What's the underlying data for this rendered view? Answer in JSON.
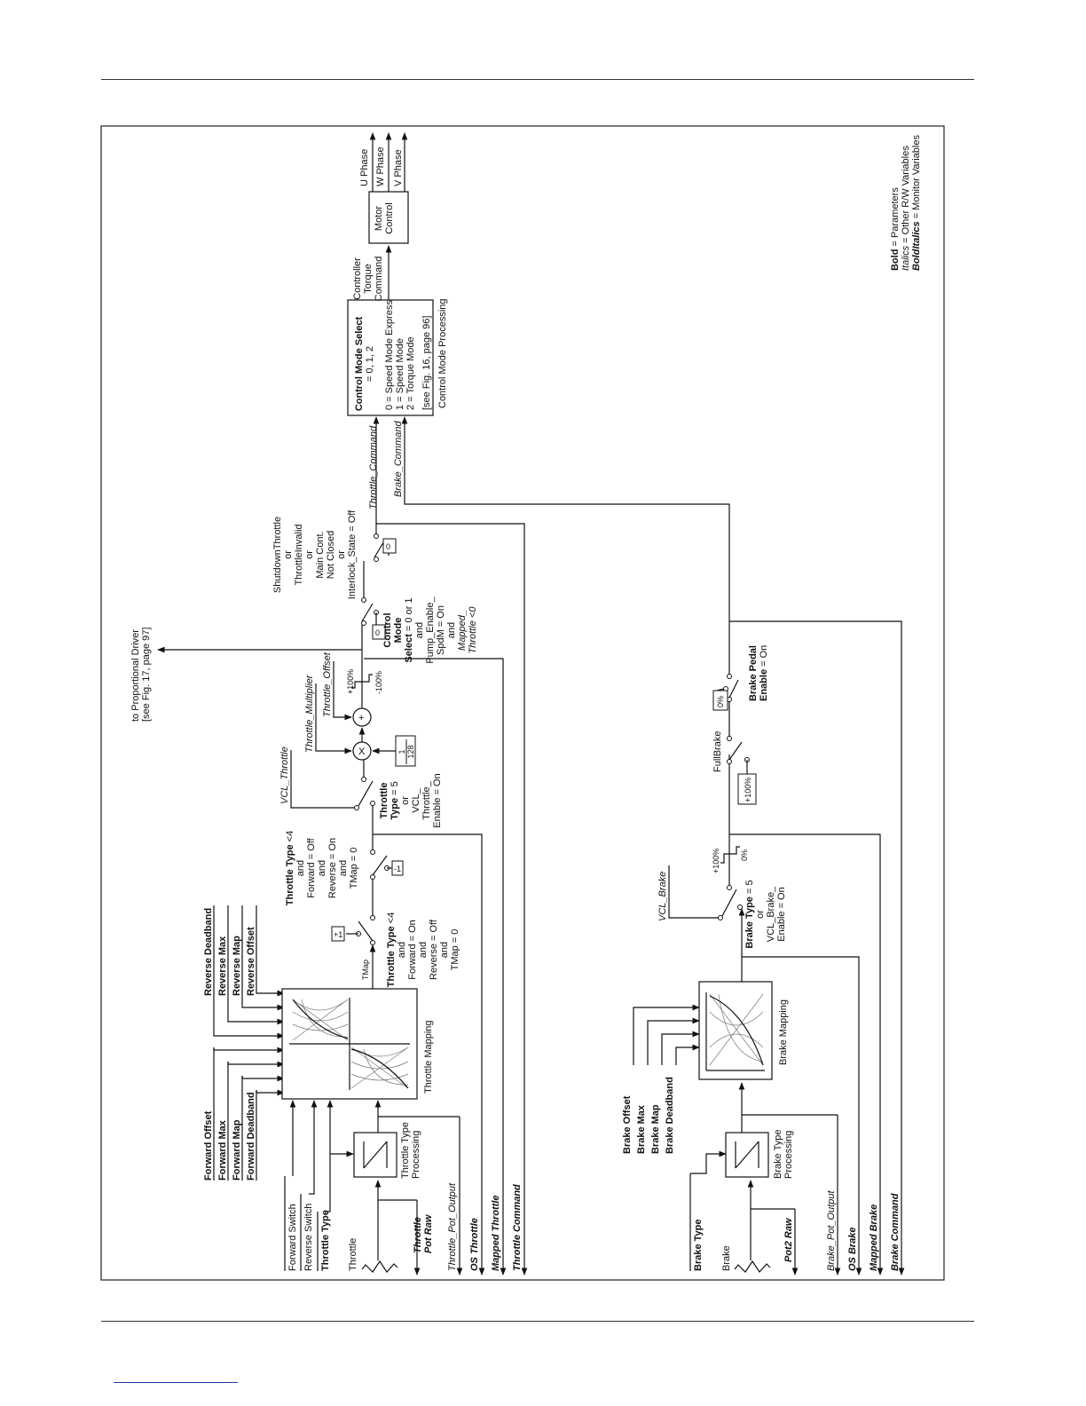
{
  "legend": {
    "bold_key": "Bold",
    "bold_desc": " = Parameters",
    "italic_key": "Italics",
    "italic_desc": " = Other R/W Variables",
    "bi_key": "BoldItalics",
    "bi_desc": " = Monitor Variables"
  },
  "throttle": {
    "inputs": {
      "forward_switch": "Forward Switch",
      "reverse_switch": "Reverse Switch",
      "throttle_type": "Throttle Type",
      "throttle": "Throttle"
    },
    "fwd_params": [
      "Forward Offset",
      "Forward Max",
      "Forward Map",
      "Forward Deadband"
    ],
    "rev_params": [
      "Reverse Deadband",
      "Reverse Max",
      "Reverse Map",
      "Reverse Offset"
    ],
    "type_processing": [
      "Throttle Type",
      "Processing"
    ],
    "mapping": "Throttle Mapping",
    "tmap": "TMap",
    "monitors": {
      "pot_raw": [
        "Throttle",
        "Pot Raw"
      ],
      "pot_output": "Throttle_Pot_Output",
      "os_throttle": "OS Throttle",
      "mapped_throttle": "Mapped Throttle",
      "throttle_command": "Throttle Command"
    },
    "fwd_switch_box": "+1",
    "fwd_condition": [
      "Throttle Type",
      " <4",
      "and",
      "Forward = On",
      "and",
      "Reverse = Off",
      "and",
      "TMap = 0"
    ],
    "rev_switch_box": "-1",
    "rev_condition": [
      "Throttle Type",
      " <4",
      "and",
      "Forward = Off",
      "and",
      "Reverse = On",
      "and",
      "TMap = 0"
    ],
    "vcl_throttle": "VCL_Throttle",
    "vcl_condition": [
      "Throttle",
      "Type",
      " = 5",
      "or",
      "VCL_",
      "Throttle_",
      "Enable = On"
    ],
    "multiplier": "Throttle_Multiplier",
    "offset": "Throttle_Offset",
    "multiply_sym": "X",
    "add_sym": "+",
    "frac_num": "1",
    "frac_den": "128",
    "clip_hi": "+100%",
    "clip_lo": "-100%",
    "prop_driver": [
      "to Proportional Driver",
      "[see Fig. 17, page 97]"
    ],
    "cm_zero": "0",
    "cm_condition": [
      "Control",
      "Mode",
      "Select",
      " = 0 or 1",
      "and",
      "Pump_Enable_",
      "SpdM = On",
      "and",
      "Mapped_",
      "Throttle <0"
    ],
    "shutdown_zero": "0",
    "shutdown_condition": [
      "ShutdownThrottle",
      "or",
      "ThrottleInvalid",
      "or",
      "Main Cont.",
      "Not Closed",
      "or",
      "Interlock_State = Off"
    ],
    "throttle_command_var": "Throttle_Command"
  },
  "control": {
    "box_title": "Control Mode Select",
    "box_sub": "= 0, 1, 2",
    "modes": [
      "0 = Speed Mode Express",
      "1 = Speed Mode",
      "2 = Torque Mode"
    ],
    "see": "[see Fig. 16, page 96]",
    "processing": "Control Mode Processing",
    "brake_command_var": "Brake_Command",
    "torque_cmd": [
      "Controller",
      "Torque",
      "Command"
    ],
    "motor": [
      "Motor",
      "Control"
    ],
    "phases": [
      "U Phase",
      "W Phase",
      "V Phase"
    ]
  },
  "brake": {
    "inputs": {
      "brake_type": "Brake Type",
      "brake": "Brake"
    },
    "params": [
      "Brake Offset",
      "Brake Max",
      "Brake Map",
      "Brake Deadband"
    ],
    "type_processing": [
      "Brake Type",
      "Processing"
    ],
    "mapping": "Brake Mapping",
    "monitors": {
      "pot2_raw": "Pot2 Raw",
      "pot_output": "Brake_Pot_Output",
      "os_brake": "OS Brake",
      "mapped_brake": "Mapped Brake",
      "brake_command": "Brake Command"
    },
    "vcl_brake": "VCL_Brake",
    "vcl_condition": [
      "Brake Type",
      " = 5",
      "or",
      "VCL_Brake_",
      "Enable = On"
    ],
    "clip_hi": "+100%",
    "clip_lo": "0%",
    "fullbrake": "FullBrake",
    "fullbrake_box": "+100%",
    "pedal_box": "0%",
    "pedal_condition": [
      "Brake Pedal",
      "Enable",
      " = On"
    ]
  }
}
